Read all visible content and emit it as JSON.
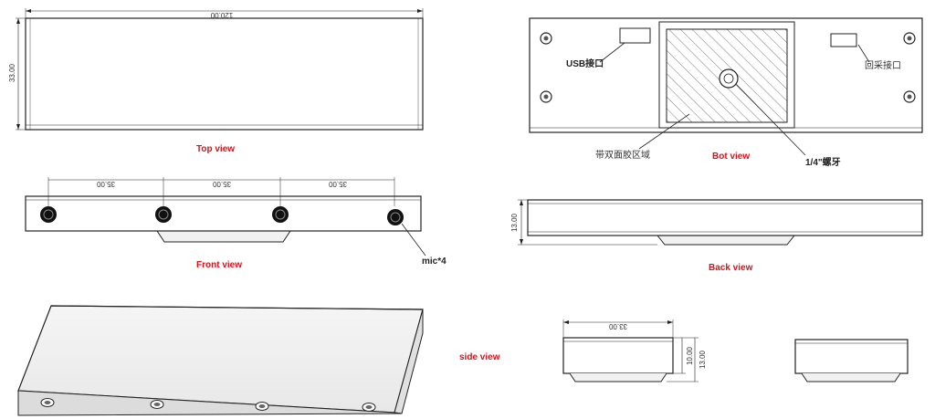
{
  "views": {
    "top": "Top view",
    "bot": "Bot view",
    "front": "Front view",
    "back": "Back view",
    "side": "side view"
  },
  "callouts": {
    "usb": "USB接口",
    "mic_port": "回采接口",
    "tape_area": "带双面胶区域",
    "thread": "1/4\"螺牙",
    "mic": "mic*4"
  },
  "dimensions": {
    "top_length": "120.00",
    "top_height": "33.00",
    "front_spacing": [
      "35.00",
      "35.00",
      "35.00"
    ],
    "back_height": "13.00",
    "side_width": "33.00",
    "side_h1": "10.00",
    "side_h2": "13.00"
  }
}
